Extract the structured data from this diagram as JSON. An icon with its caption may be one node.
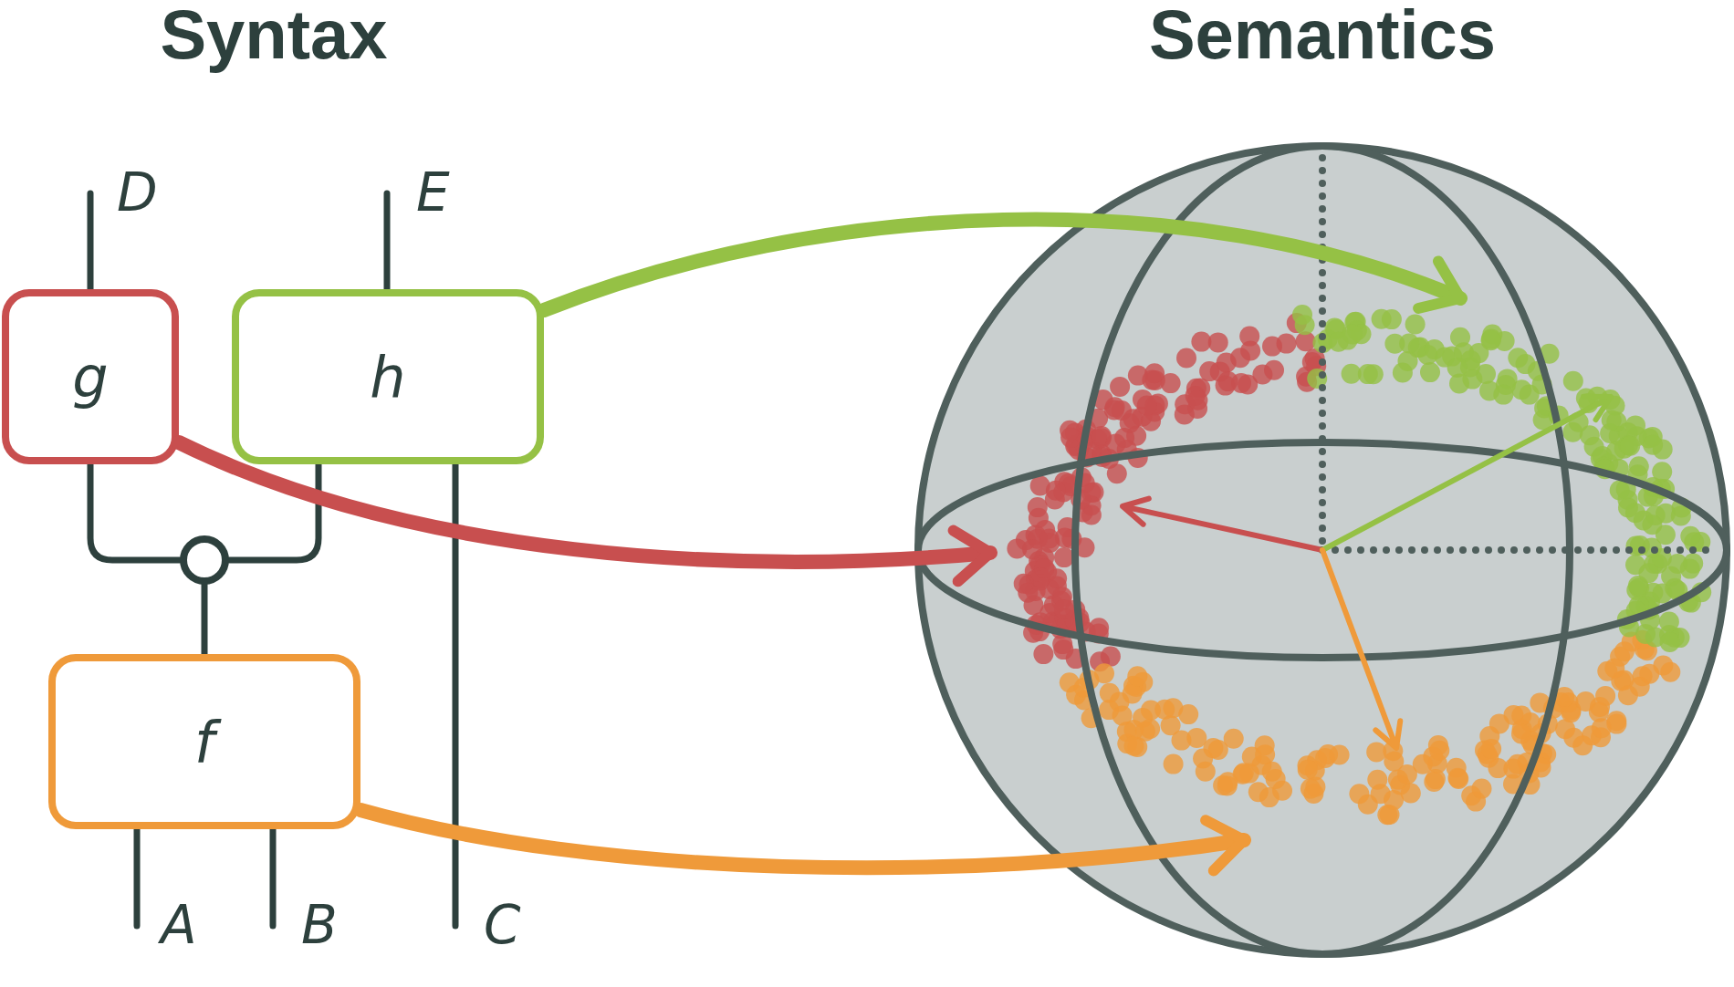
{
  "diagram": {
    "nodes": [
      {
        "text": [
          "g"
        ]
      },
      {
        "text": [
          "h"
        ]
      },
      {
        "text": [
          "f"
        ]
      },
      {
        "text": [],
        "shape": "circle"
      },
      {
        "text": [],
        "shape": "picture"
      }
    ],
    "edges": [
      {
        "from": 0,
        "to": null,
        "arrow": "none"
      },
      {
        "from": 1,
        "to": null,
        "arrow": "none"
      },
      {
        "from": 0,
        "to": 3,
        "arrow": "none"
      },
      {
        "from": 1,
        "to": 3,
        "arrow": "none"
      },
      {
        "from": 3,
        "to": 2,
        "arrow": "none"
      },
      {
        "from": 2,
        "to": null,
        "arrow": "none"
      },
      {
        "from": 2,
        "to": null,
        "arrow": "none"
      },
      {
        "from": 1,
        "to": null,
        "arrow": "none"
      },
      {
        "from": 0,
        "to": 4,
        "arrow": "to",
        "style": "thick",
        "color": "#c84f4f"
      },
      {
        "from": 1,
        "to": 4,
        "arrow": "to",
        "style": "thick",
        "color": "#95c145"
      },
      {
        "from": 2,
        "to": 4,
        "arrow": "to",
        "style": "thick",
        "color": "#ef9a3a"
      }
    ],
    "labels": [
      "Syntax",
      "Semantics",
      "D",
      "E",
      "A",
      "B",
      "C"
    ]
  }
}
